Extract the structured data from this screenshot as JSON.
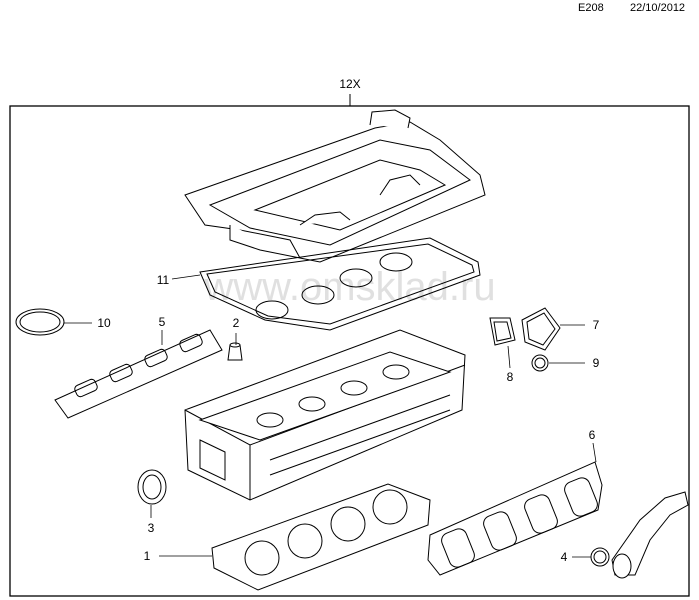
{
  "header": {
    "code": "E208",
    "date": "22/10/2012"
  },
  "assembly_label": "12X",
  "watermark": "www.omsklad.ru",
  "callouts": [
    "1",
    "2",
    "3",
    "4",
    "5",
    "6",
    "7",
    "8",
    "9",
    "10",
    "11"
  ]
}
